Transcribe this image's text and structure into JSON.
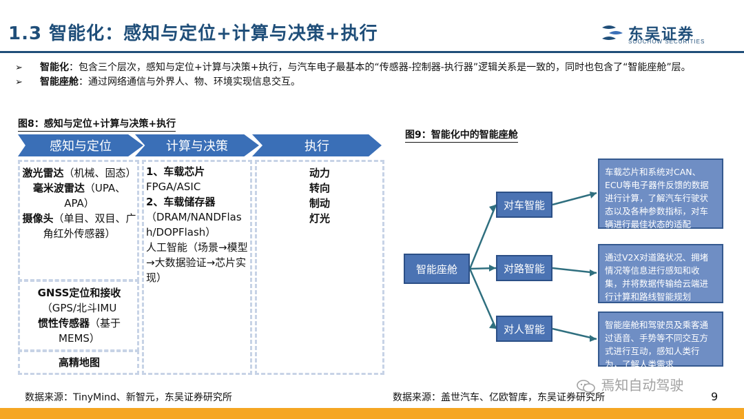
{
  "header": {
    "title": "1.3 智能化：感知与定位+计算与决策+执行",
    "logo_cn": "东吴证券",
    "logo_en": "SOOCHOW SECURITIES"
  },
  "bullets": [
    {
      "mark": "➢",
      "bold": "智能化",
      "text": "：包含三个层次，感知与定位+计算与决策+执行，与汽车电子最基本的“传感器-控制器-执行器”逻辑关系是一致的，同时也包含了“智能座舱”层。"
    },
    {
      "mark": "➢",
      "bold": "智能座舱",
      "text": "：通过网络通信与外界人、物、环境实现信息交互。"
    }
  ],
  "fig8": {
    "caption": "图8：感知与定位+计算与决策+执行",
    "chevrons": [
      "感知与定位",
      "计算与决策",
      "执行"
    ],
    "col1a": [
      {
        "bold": "激光雷达",
        "text": "（机械、固态）"
      },
      {
        "bold": "毫米波雷达",
        "text": "（UPA、APA）"
      },
      {
        "bold": "摄像头",
        "text": "（单目、双目、广角红外传感器）"
      }
    ],
    "col1b": [
      {
        "bold": "GNSS定位和接收",
        "text": "（GPS/北斗IMU"
      },
      {
        "bold": "惯性传感器",
        "text": "（基于MEMS）"
      }
    ],
    "col1c": "高精地图",
    "col2": [
      {
        "bold": "1、车载芯片",
        "text": "FPGA/ASIC"
      },
      {
        "bold": "2、车载储存器",
        "text": "（DRAM/NANDFlash/DOPFlash）"
      },
      {
        "bold": "",
        "text": "人工智能（场景→模型→大数据验证→芯片实现）"
      }
    ],
    "col3": [
      "动力",
      "转向",
      "制动",
      "灯光"
    ]
  },
  "fig9": {
    "caption": "图9：智能化中的智能座舱",
    "root": "智能座舱",
    "branches": [
      {
        "label": "对车智能",
        "desc": "车载芯片和系统对CAN、ECU等电子器件反馈的数据进行计算，了解汽车行驶状态以及各种参数指标，对车辆进行最佳状态的适配"
      },
      {
        "label": "对路智能",
        "desc": "通过V2X对道路状况、拥堵情况等信息进行感知和收集，并将数据传输给云端进行计算和路线智能规划"
      },
      {
        "label": "对人智能",
        "desc": "智能座舱和驾驶员及乘客通过语音、手势等不同交互方式进行互动，感知人类行为，了解人类需求"
      }
    ]
  },
  "sources": {
    "left": "数据来源：TinyMind、新智元，东吴证券研究所",
    "right": "数据来源：盖世汽车、亿欧智库，东吴证券研究所"
  },
  "watermark": "焉知自动驾驶",
  "page_number": "9",
  "colors": {
    "brand": "#1f4e79",
    "chevron": "#3a6fb7",
    "node": "#4b73b3",
    "desc": "#6f8ec4",
    "footer": "#f5a623"
  }
}
